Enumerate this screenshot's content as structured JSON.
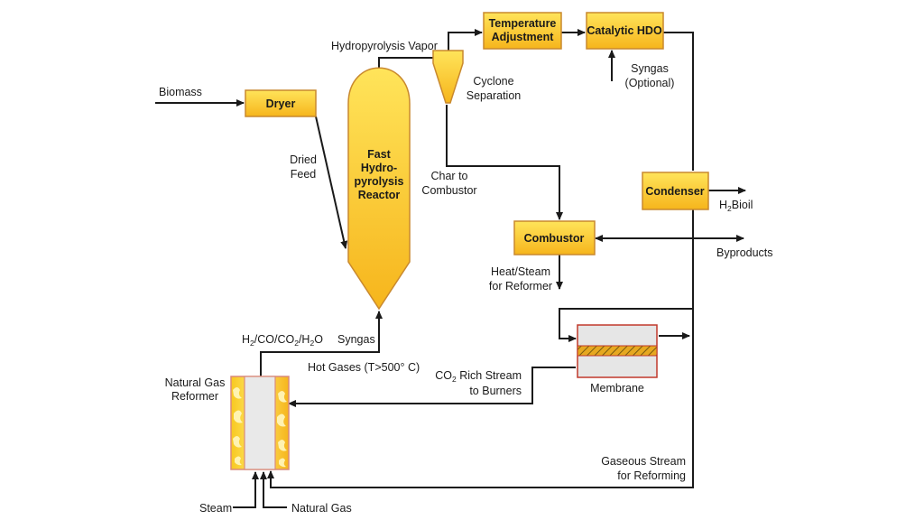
{
  "labels": {
    "biomass": "Biomass",
    "dryer": "Dryer",
    "dried_feed": [
      "Dried",
      "Feed"
    ],
    "reactor": [
      "Fast",
      "Hydro-",
      "pyrolysis",
      "Reactor"
    ],
    "hydropyrolysis_vapor": "Hydropyrolysis Vapor",
    "cyclone": [
      "Cyclone",
      "Separation"
    ],
    "temperature_adjustment": [
      "Temperature",
      "Adjustment"
    ],
    "catalytic_hdo": "Catalytic HDO",
    "syngas_optional": [
      "Syngas",
      "(Optional)"
    ],
    "char_to_combustor": [
      "Char to",
      "Combustor"
    ],
    "condenser": "Condenser",
    "h2bioil": "H2Bioil",
    "combustor": "Combustor",
    "byproducts": "Byproducts",
    "heat_steam": [
      "Heat/Steam",
      "for Reformer"
    ],
    "membrane": "Membrane",
    "co2_rich_stream": [
      "CO2 Rich Stream",
      "to Burners"
    ],
    "h2_co_co2_h2o": "H2/CO/CO2/H2O",
    "syngas": "Syngas",
    "hot_gases": "Hot Gases (T>500° C)",
    "natural_gas_reformer": [
      "Natural Gas",
      "Reformer"
    ],
    "gaseous_stream": [
      "Gaseous Stream",
      "for Reforming"
    ],
    "steam": "Steam",
    "natural_gas": "Natural Gas"
  },
  "colors": {
    "box_fill_top": "#ffe45a",
    "box_fill_bottom": "#f6b51c",
    "box_border": "#c9892e",
    "line": "#1a1a1a",
    "reformer_border": "#d98a7a",
    "membrane_border": "#c0392b",
    "flame": "#f5c518"
  }
}
